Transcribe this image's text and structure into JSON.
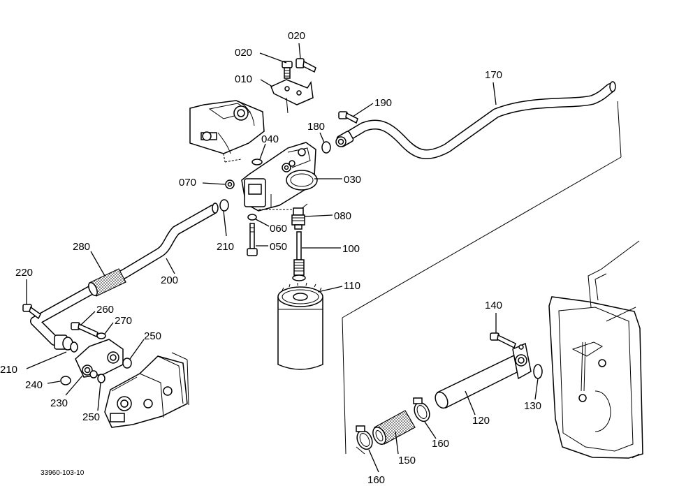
{
  "drawing_code": "33960-103-10",
  "callouts": [
    {
      "id": "l020a",
      "text": "020"
    },
    {
      "id": "l020b",
      "text": "020"
    },
    {
      "id": "l010",
      "text": "010"
    },
    {
      "id": "l170",
      "text": "170"
    },
    {
      "id": "l190",
      "text": "190"
    },
    {
      "id": "l180",
      "text": "180"
    },
    {
      "id": "l040",
      "text": "040"
    },
    {
      "id": "l070",
      "text": "070"
    },
    {
      "id": "l030",
      "text": "030"
    },
    {
      "id": "l080",
      "text": "080"
    },
    {
      "id": "l060",
      "text": "060"
    },
    {
      "id": "l210a",
      "text": "210"
    },
    {
      "id": "l050",
      "text": "050"
    },
    {
      "id": "l100",
      "text": "100"
    },
    {
      "id": "l280",
      "text": "280"
    },
    {
      "id": "l200",
      "text": "200"
    },
    {
      "id": "l220",
      "text": "220"
    },
    {
      "id": "l110",
      "text": "110"
    },
    {
      "id": "l260",
      "text": "260"
    },
    {
      "id": "l270",
      "text": "270"
    },
    {
      "id": "l250a",
      "text": "250"
    },
    {
      "id": "l210b",
      "text": "210"
    },
    {
      "id": "l240",
      "text": "240"
    },
    {
      "id": "l230",
      "text": "230"
    },
    {
      "id": "l250b",
      "text": "250"
    },
    {
      "id": "l140",
      "text": "140"
    },
    {
      "id": "l130",
      "text": "130"
    },
    {
      "id": "l120",
      "text": "120"
    },
    {
      "id": "l160a",
      "text": "160"
    },
    {
      "id": "l150",
      "text": "150"
    },
    {
      "id": "l160b",
      "text": "160"
    }
  ]
}
